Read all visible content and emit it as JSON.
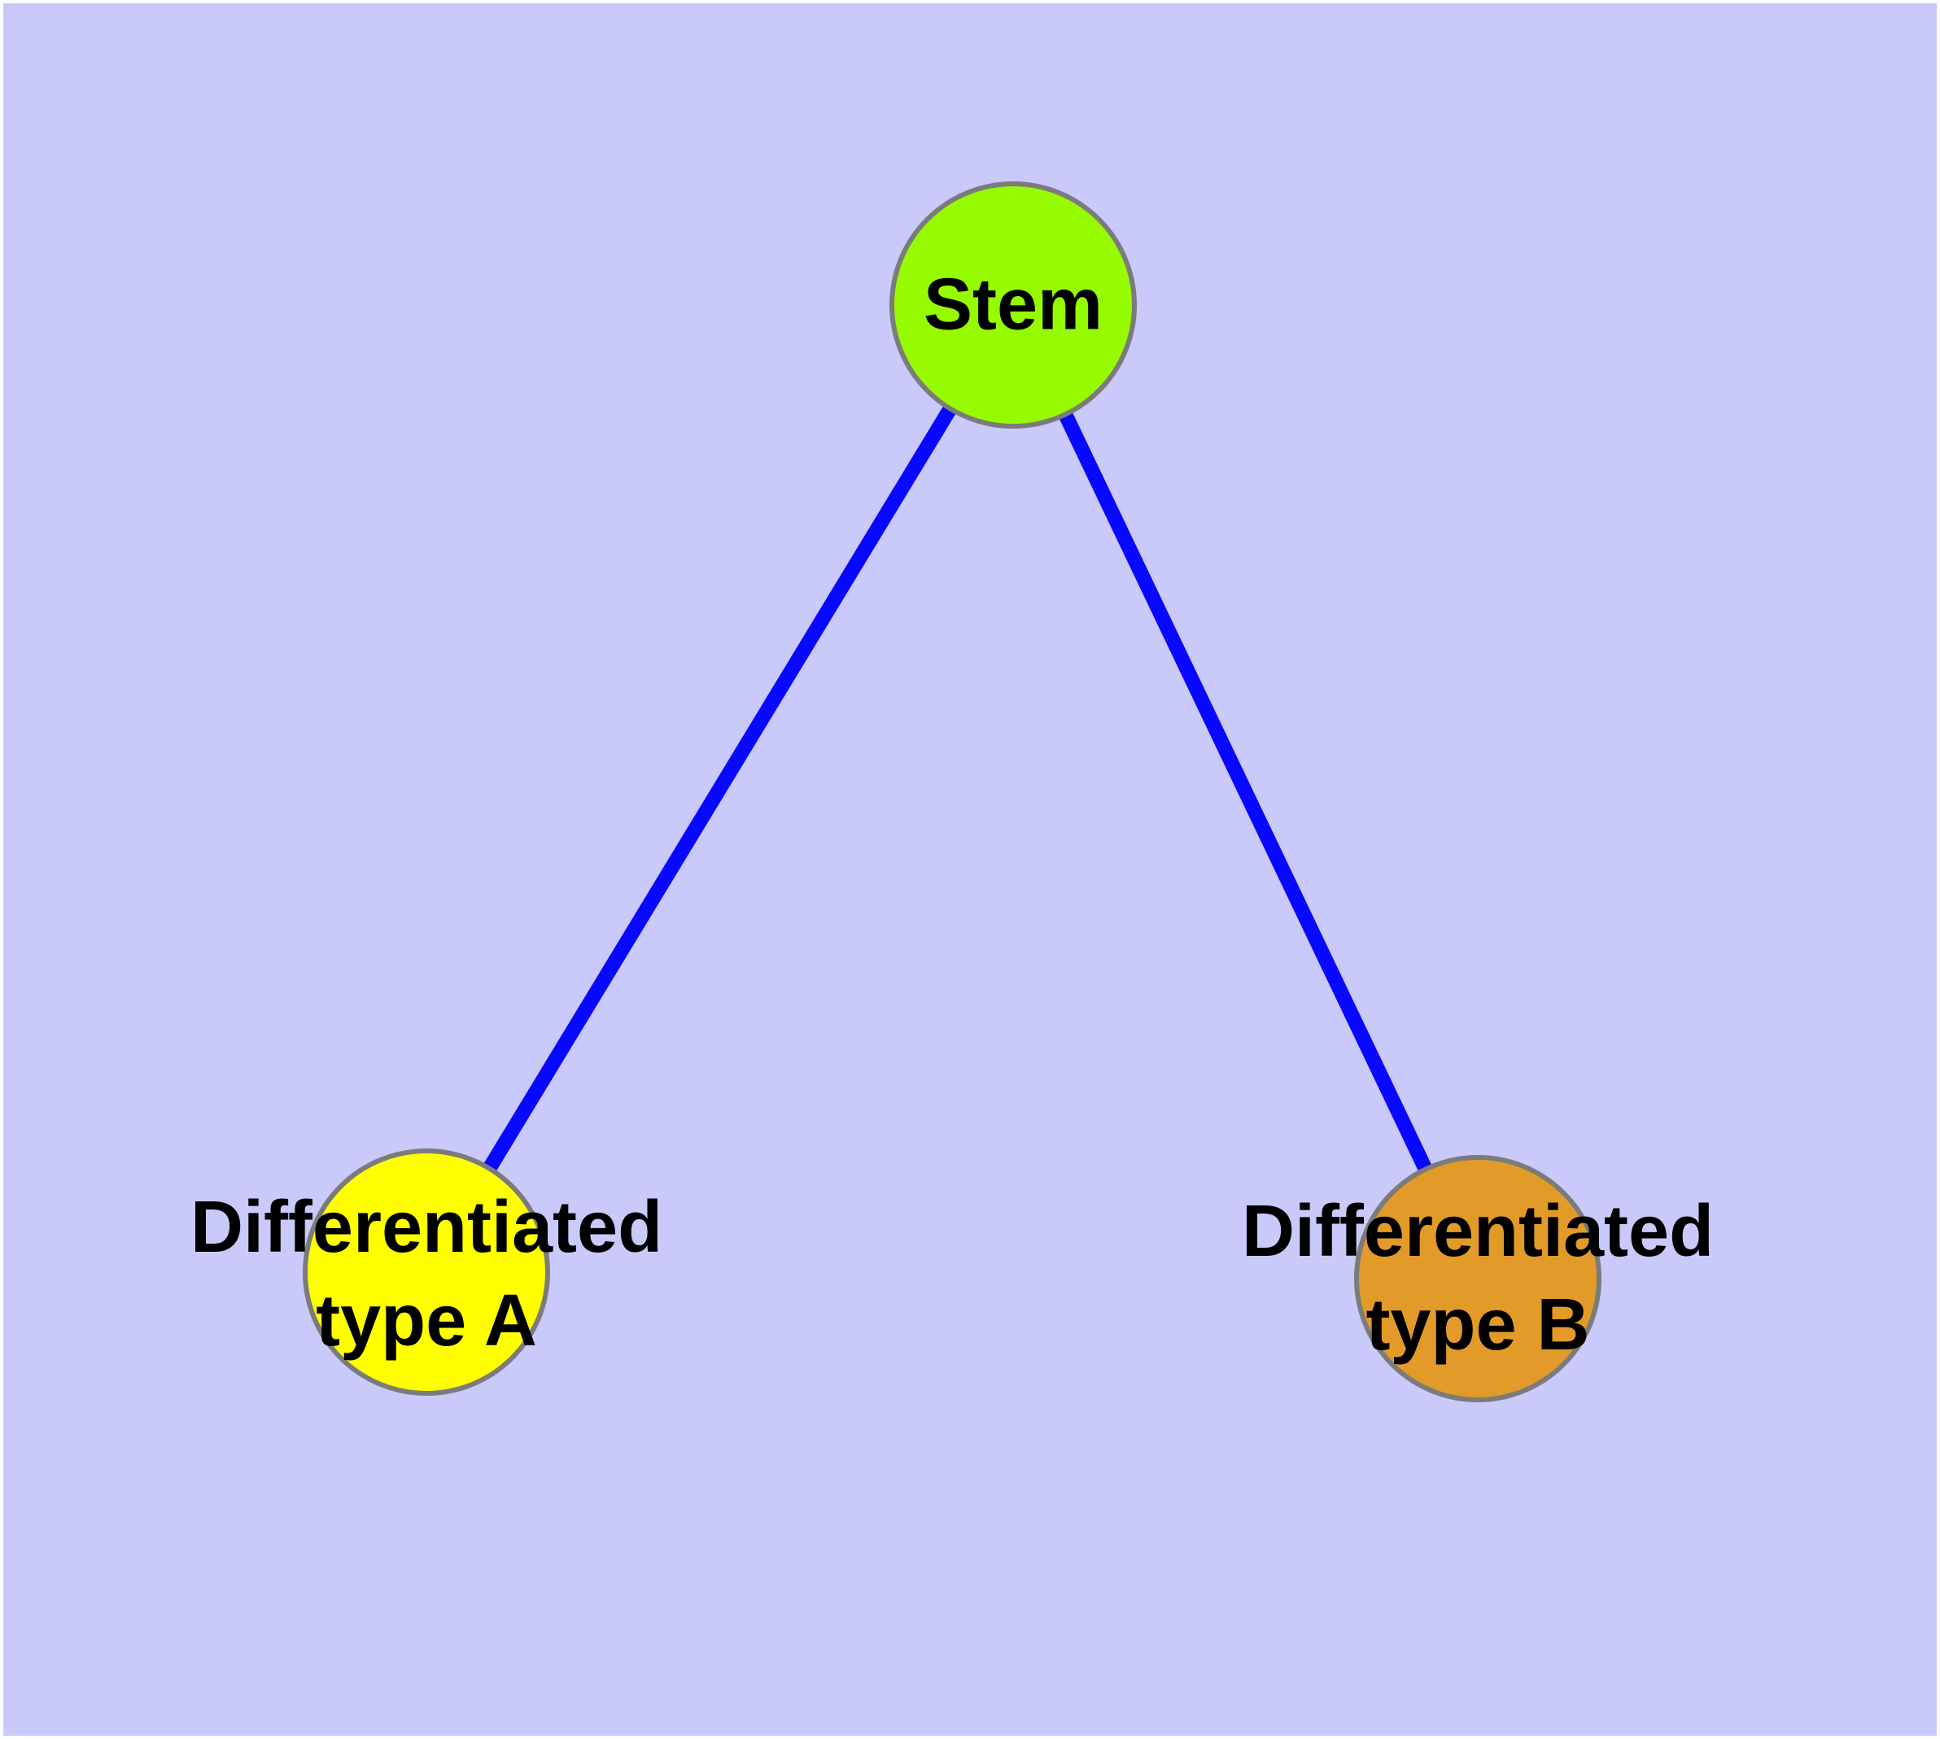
{
  "diagram": {
    "type": "graph",
    "background_color": "#c9c9fa",
    "frame_color": "#ffffff",
    "edge_color": "#0808ff",
    "node_border_color": "#7b7b7b",
    "label_color": "#000000",
    "nodes": {
      "stem": {
        "label": "Stem",
        "fill_color": "#96fa00"
      },
      "type_a": {
        "label_line1": "Differentiated",
        "label_line2": "type A",
        "fill_color": "#ffff00"
      },
      "type_b": {
        "label_line1": "Differentiated",
        "label_line2": "type B",
        "fill_color": "#e29b28"
      }
    },
    "edges": [
      {
        "from": "Stem",
        "to": "Differentiated type A"
      },
      {
        "from": "Stem",
        "to": "Differentiated type B"
      }
    ]
  }
}
